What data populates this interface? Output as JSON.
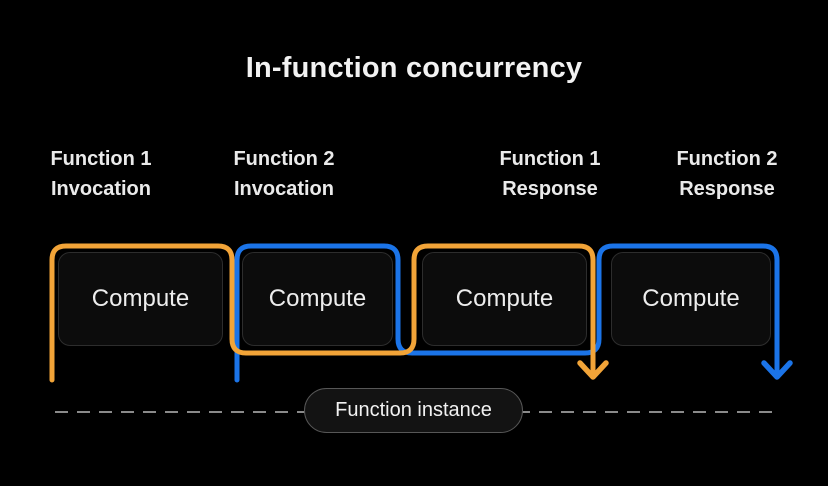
{
  "title": "In-function concurrency",
  "column_labels": [
    {
      "line1": "Function 1",
      "line2": "Invocation"
    },
    {
      "line1": "Function 2",
      "line2": "Invocation"
    },
    {
      "line1": "Function 1",
      "line2": "Response"
    },
    {
      "line1": "Function 2",
      "line2": "Response"
    }
  ],
  "boxes": [
    {
      "label": "Compute"
    },
    {
      "label": "Compute"
    },
    {
      "label": "Compute"
    },
    {
      "label": "Compute"
    }
  ],
  "instance_label": "Function instance",
  "colors": {
    "background": "#000000",
    "function1_orange": "#F2A438",
    "function2_blue": "#1B74E8",
    "timeline_gray": "#8A8A8A"
  }
}
